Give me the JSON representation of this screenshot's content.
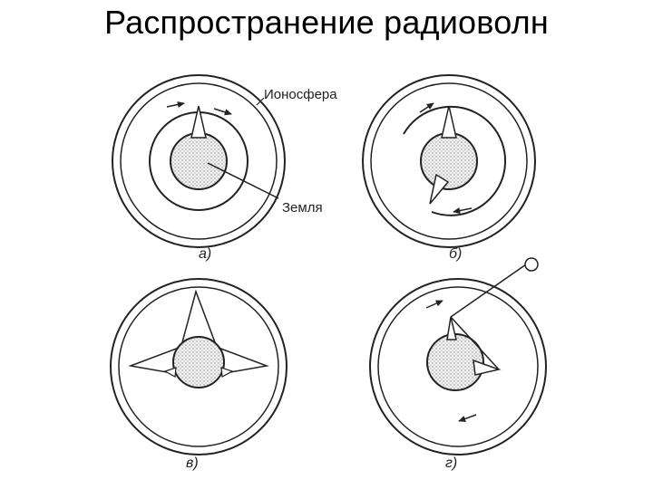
{
  "title": "Распространение радиоволн",
  "labels": {
    "ionosphere": "Ионосфера",
    "earth": "Земля"
  },
  "panels": [
    {
      "id": "a",
      "caption": "а)"
    },
    {
      "id": "b",
      "caption": "б)"
    },
    {
      "id": "v",
      "caption": "в)"
    },
    {
      "id": "g",
      "caption": "г)"
    }
  ]
}
